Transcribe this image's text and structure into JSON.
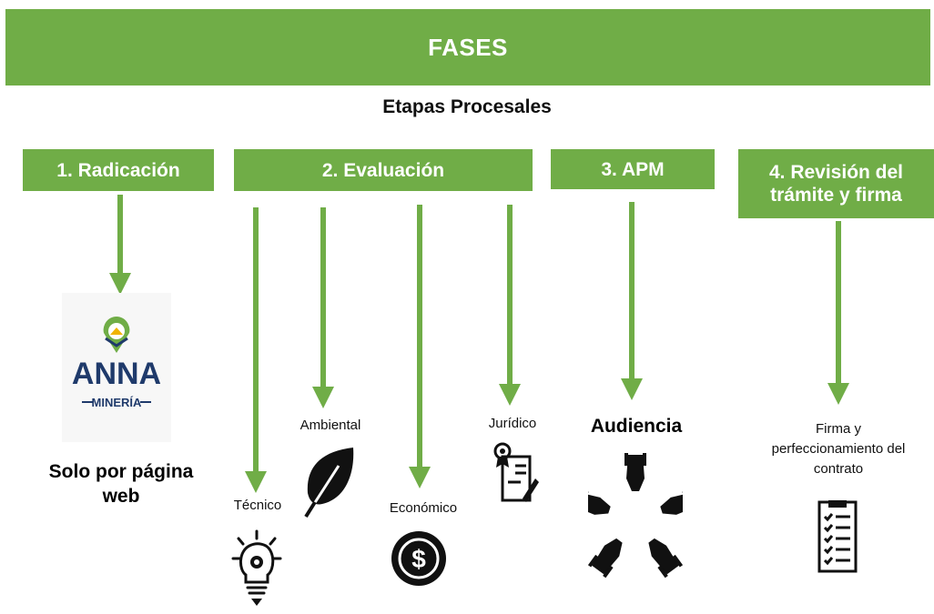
{
  "header": {
    "title": "FASES"
  },
  "subtitle": "Etapas Procesales",
  "phases": [
    {
      "label": "1. Radicación"
    },
    {
      "label": "2. Evaluación"
    },
    {
      "label": "3. APM"
    },
    {
      "label": "4. Revisión del trámite y firma"
    }
  ],
  "radicacion": {
    "logo": {
      "brand": "ANNA",
      "sub": "MINERÍA"
    },
    "note": "Solo por página web"
  },
  "evaluacion": {
    "items": [
      {
        "label": "Técnico",
        "icon": "lightbulb-gear-icon"
      },
      {
        "label": "Ambiental",
        "icon": "leaf-icon"
      },
      {
        "label": "Económico",
        "icon": "dollar-coin-icon"
      },
      {
        "label": "Jurídico",
        "icon": "legal-document-icon"
      }
    ]
  },
  "apm": {
    "label": "Audiencia",
    "icon": "hands-circle-icon"
  },
  "revision": {
    "label": "Firma y perfeccionamiento del contrato",
    "icon": "checklist-icon"
  },
  "colors": {
    "accent": "#70ad47",
    "text": "#111111",
    "logo_blue": "#1f3a6b"
  }
}
